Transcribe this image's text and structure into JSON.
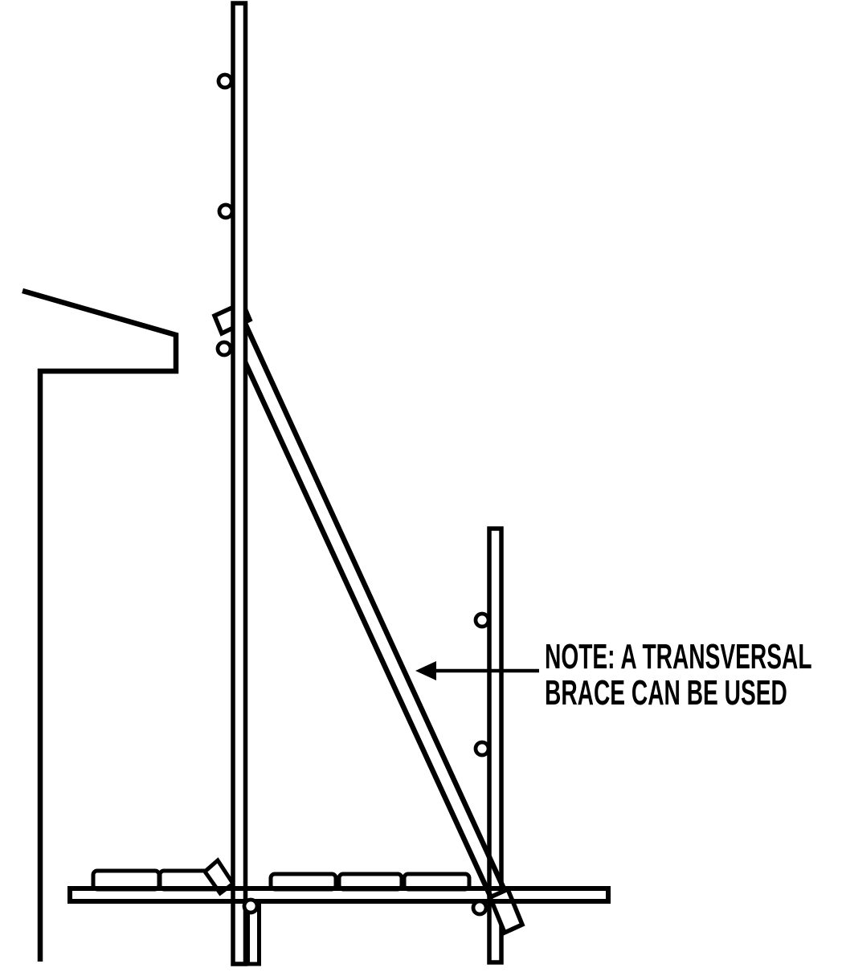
{
  "note": {
    "line1": "NOTE: A TRANSVERSAL",
    "line2": "BRACE CAN BE USED"
  },
  "colors": {
    "background": "#ffffff",
    "line": "#000000"
  },
  "diagram": {
    "parts": [
      "wall-ledge-profile",
      "main-vertical-post",
      "right-vertical-post",
      "diagonal-transversal-brace",
      "brace-anchor-wedge-top",
      "brace-anchor-wedge-bottom",
      "plank-wedge",
      "horizontal-platform",
      "planks",
      "post-foot-plate",
      "bolt-holes",
      "note-arrow"
    ],
    "plank_count": 5,
    "bolt_holes_main_post": 4,
    "bolt_holes_right_post": 3
  }
}
